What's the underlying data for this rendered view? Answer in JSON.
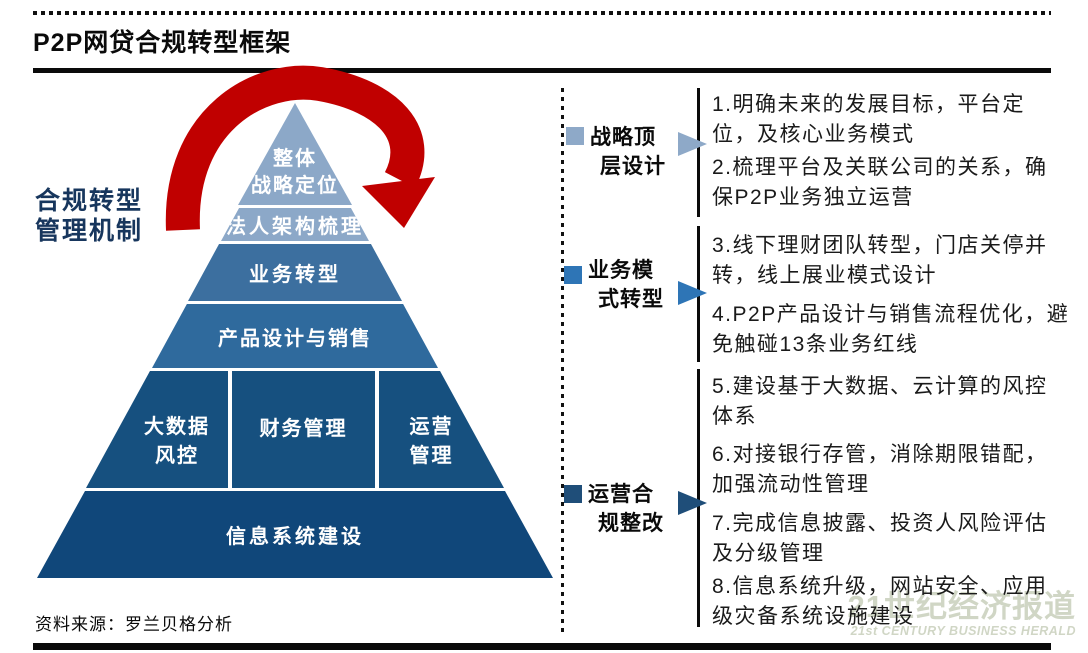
{
  "header": {
    "title": "P2P网贷合规转型框架"
  },
  "left_label": {
    "line1": "合规转型",
    "line2": "管理机制"
  },
  "pyramid": {
    "layers": [
      {
        "name": "overall-strategy",
        "color": "#8CA8C8",
        "line1": "整体",
        "line2": "战略定位"
      },
      {
        "name": "legal-structure",
        "color": "#8CA8C8",
        "text": "法人架构梳理"
      },
      {
        "name": "business-transform",
        "color": "#3C6F9F",
        "text": "业务转型"
      },
      {
        "name": "product-design-sales",
        "color": "#2F6A9D",
        "text": "产品设计与销售"
      },
      {
        "name": "operations-row",
        "color": "#16507F",
        "cell1_line1": "大数据",
        "cell1_line2": "风控",
        "cell2": "财务管理",
        "cell3_line1": "运营",
        "cell3_line2": "管理"
      },
      {
        "name": "info-system",
        "color": "#10477A",
        "text": "信息系统建设"
      }
    ],
    "arrow_color": "#C00000"
  },
  "right": {
    "sections": [
      {
        "label1": "战略顶",
        "label2": "层设计",
        "color": "#8EA9C8"
      },
      {
        "label1": "业务模",
        "label2": "式转型",
        "color": "#2E75B6"
      },
      {
        "label1": "运营合",
        "label2": "规整改",
        "color": "#1F4E79"
      }
    ],
    "items": [
      {
        "line1": "1.明确未来的发展目标，平台定",
        "line2": "位，及核心业务模式"
      },
      {
        "line1": "2.梳理平台及关联公司的关系，确",
        "line2": "保P2P业务独立运营"
      },
      {
        "line1": "3.线下理财团队转型，门店关停并",
        "line2": "转，线上展业模式设计"
      },
      {
        "line1": "4.P2P产品设计与销售流程优化，避",
        "line2": "免触碰13条业务红线"
      },
      {
        "line1": "5.建设基于大数据、云计算的风控",
        "line2": "体系"
      },
      {
        "line1": "6.对接银行存管，消除期限错配，",
        "line2": "加强流动性管理"
      },
      {
        "line1": "7.完成信息披露、投资人风险评估",
        "line2": "及分级管理"
      },
      {
        "line1": "8.信息系统升级，网站安全、应用",
        "line2": "级灾备系统设施建设"
      }
    ]
  },
  "footer": {
    "source": "资料来源：罗兰贝格分析"
  },
  "watermark": {
    "cn": "21世纪经济报道",
    "en": "21st CENTURY BUSINESS HERALD"
  }
}
